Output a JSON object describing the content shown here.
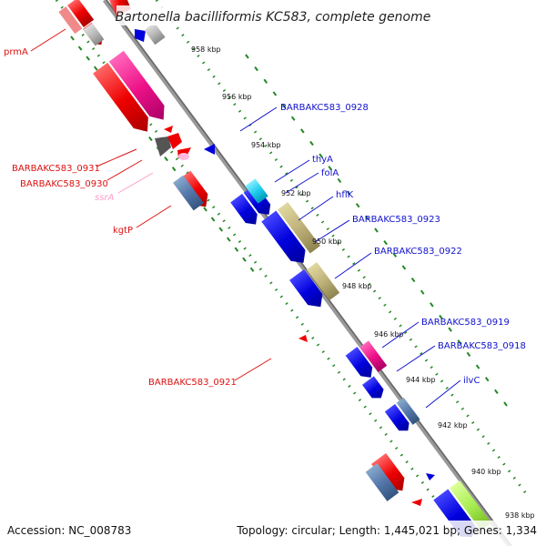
{
  "title": "Bartonella bacilliformis KC583, complete genome",
  "footer": {
    "accession": "Accession: NC_008783",
    "topology": "Topology: circular; Length: 1,445,021 bp; Genes: 1,334"
  },
  "ticks": [
    "958 kbp",
    "956 kbp",
    "954 kbp",
    "952 kbp",
    "950 kbp",
    "948 kbp",
    "946 kbp",
    "944 kbp",
    "942 kbp",
    "940 kbp",
    "938 kbp"
  ],
  "left_labels": [
    "prmA",
    "BARBAKC583_0931",
    "BARBAKC583_0930",
    "ssrA",
    "kgtP",
    "BARBAKC583_0921"
  ],
  "right_labels": [
    "BARBAKC583_0928",
    "thyA",
    "folA",
    "hflK",
    "BARBAKC583_0923",
    "BARBAKC583_0922",
    "BARBAKC583_0919",
    "BARBAKC583_0918",
    "ilvC"
  ],
  "colors": {
    "reverse_strand": "#dd1111",
    "forward_strand": "#1111cc",
    "rna": "#ff99cc",
    "backbone": "#999999",
    "gc_dots": "#228822"
  }
}
